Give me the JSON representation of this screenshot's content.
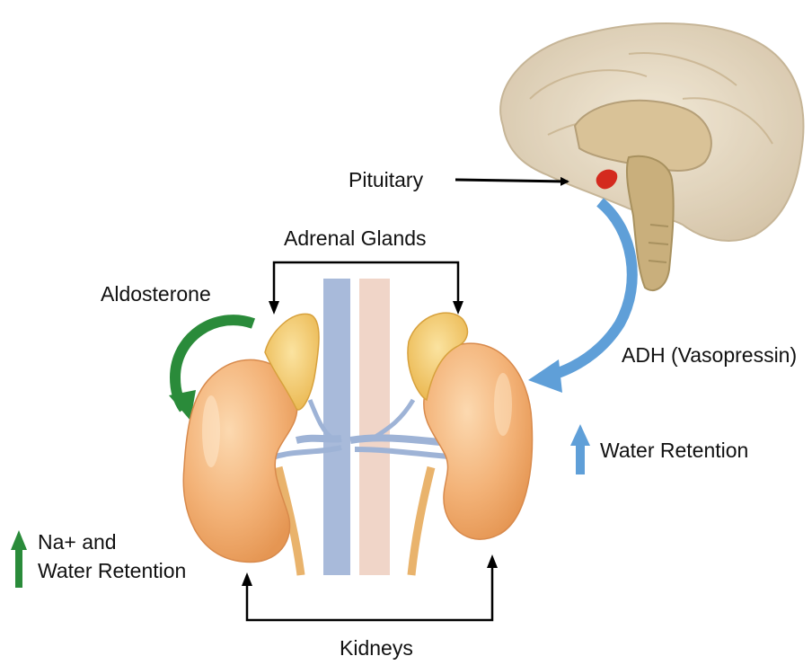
{
  "labels": {
    "pituitary": "Pituitary",
    "adrenal_glands": "Adrenal Glands",
    "aldosterone": "Aldosterone",
    "adh": "ADH (Vasopressin)",
    "water_retention": "Water Retention",
    "na_water_line1": "Na+ and",
    "na_water_line2": "Water Retention",
    "kidneys": "Kidneys"
  },
  "colors": {
    "kidney": "#f3b277",
    "adrenal": "#f1c25e",
    "brain": "#d8c7a4",
    "pituitary": "#d42a1e",
    "vessel": "#9eb3d6",
    "ureter": "#e9b36c",
    "aldosterone_arrow": "#2a8b3a",
    "adh_arrow": "#5f9fd8",
    "line": "#000000"
  }
}
